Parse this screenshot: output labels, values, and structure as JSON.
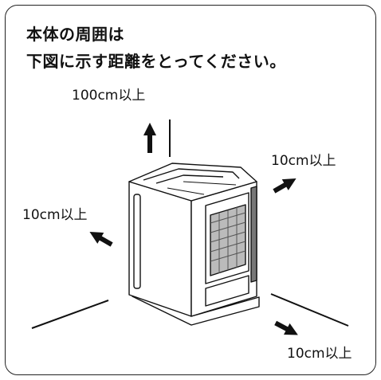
{
  "heading": {
    "line1": "本体の周囲は",
    "line2": "下図に示す距離をとってください。"
  },
  "clearances": {
    "top": "100cm以上",
    "right": "10cm以上",
    "left": "10cm以上",
    "front": "10cm以上"
  }
}
